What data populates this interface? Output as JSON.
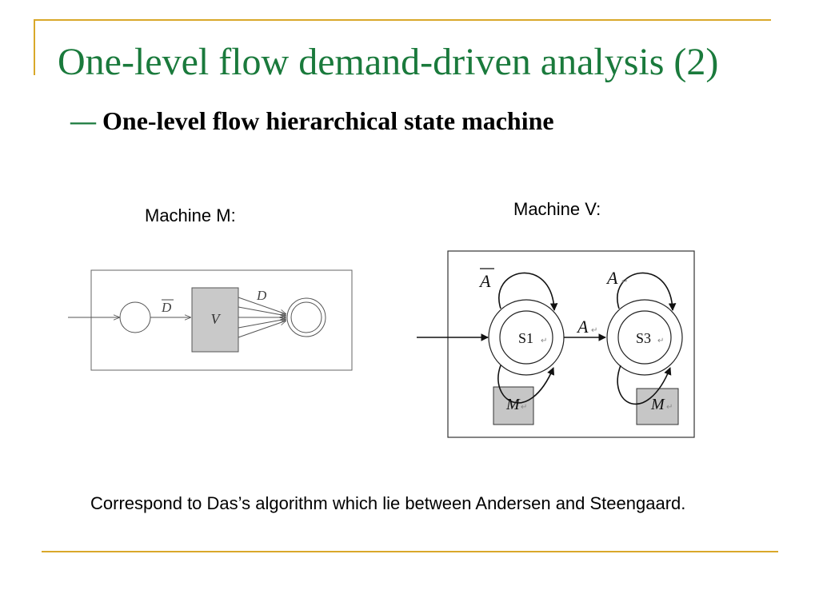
{
  "slide": {
    "title": "One-level flow demand-driven analysis (2)",
    "subtitle_dash": "—",
    "subtitle": "One-level flow hierarchical state machine",
    "caption": "Correspond to Das’s algorithm which lie between Andersen and Steengaard.",
    "accent_color": "#1a7a3c",
    "rule_color": "#d9a82a"
  },
  "machine_m": {
    "label": "Machine M:",
    "box_label": "V",
    "edge_in_label": "D",
    "edge_out_label": "D"
  },
  "machine_v": {
    "label": "Machine V:",
    "state1": "S1",
    "state3": "S3",
    "loop1_label": "A",
    "loop3_label": "A",
    "transition_label": "A",
    "box1_label": "M",
    "box3_label": "M",
    "mark": "↵"
  }
}
